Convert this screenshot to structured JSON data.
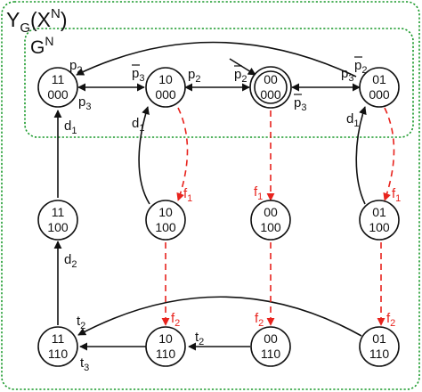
{
  "outer_box": {
    "label": "Y",
    "sub": "G",
    "paren_open": "(X",
    "sup": "N",
    "paren_close": ")"
  },
  "inner_box": {
    "label": "G",
    "sup": "N"
  },
  "nodes": {
    "a": {
      "top": "11",
      "bottom": "000"
    },
    "b": {
      "top": "10",
      "bottom": "000"
    },
    "c": {
      "top": "00",
      "bottom": "000"
    },
    "d": {
      "top": "01",
      "bottom": "000"
    },
    "e": {
      "top": "11",
      "bottom": "100"
    },
    "f": {
      "top": "10",
      "bottom": "100"
    },
    "g": {
      "top": "00",
      "bottom": "100"
    },
    "h": {
      "top": "01",
      "bottom": "100"
    },
    "i": {
      "top": "11",
      "bottom": "110"
    },
    "j": {
      "top": "10",
      "bottom": "110"
    },
    "k": {
      "top": "00",
      "bottom": "110"
    },
    "l": {
      "top": "01",
      "bottom": "110"
    }
  },
  "labels": {
    "p2_top_left": {
      "base": "p",
      "sub": "2"
    },
    "p2_top_right": {
      "base": "p",
      "sub": "2",
      "bar": true
    },
    "p3_ab": {
      "base": "p",
      "sub": "3"
    },
    "p3_bar_ab": {
      "base": "p",
      "sub": "3",
      "bar": true
    },
    "p2_bc": {
      "base": "p",
      "sub": "2"
    },
    "p2_bar_bc": {
      "base": "p",
      "sub": "2",
      "bar": true
    },
    "p3_cd": {
      "base": "p",
      "sub": "3"
    },
    "p3_bar_cd": {
      "base": "p",
      "sub": "3",
      "bar": true
    },
    "d1_left": {
      "base": "d",
      "sub": "1"
    },
    "d1_mid": {
      "base": "d",
      "sub": "1"
    },
    "d1_right": {
      "base": "d",
      "sub": "1"
    },
    "d2": {
      "base": "d",
      "sub": "2"
    },
    "f1_b": {
      "base": "f",
      "sub": "1"
    },
    "f1_c": {
      "base": "f",
      "sub": "1"
    },
    "f1_d": {
      "base": "f",
      "sub": "1"
    },
    "f2_f": {
      "base": "f",
      "sub": "2"
    },
    "f2_g": {
      "base": "f",
      "sub": "2"
    },
    "f2_h": {
      "base": "f",
      "sub": "2"
    },
    "t2_bottom_arc": {
      "base": "t",
      "sub": "2"
    },
    "t3": {
      "base": "t",
      "sub": "3"
    },
    "t2_kj": {
      "base": "t",
      "sub": "2"
    }
  }
}
